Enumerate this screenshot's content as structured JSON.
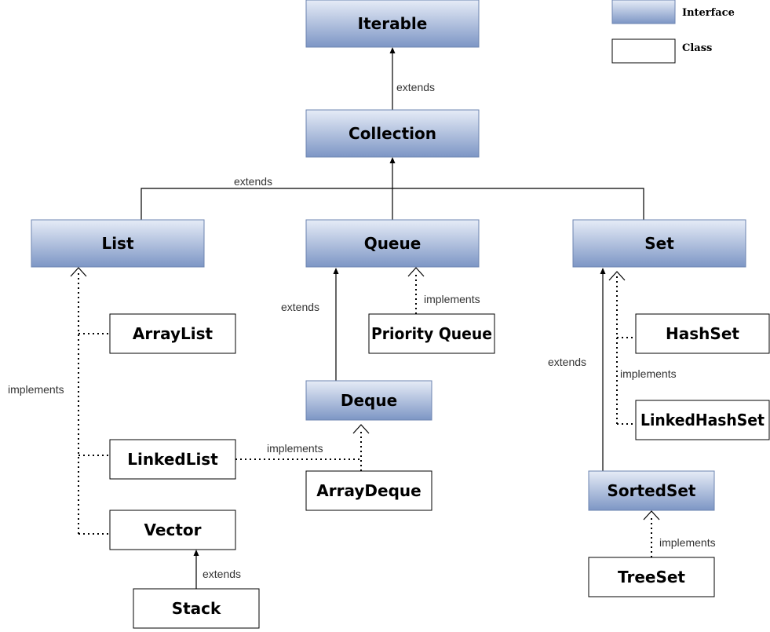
{
  "legend": {
    "interface_label": "Interface",
    "class_label": "Class"
  },
  "colors": {
    "interface_top": "#e6ecf7",
    "interface_bottom": "#7d96c5",
    "class_fill": "#ffffff",
    "border": "#000000"
  },
  "nodes": {
    "iterable": "Iterable",
    "collection": "Collection",
    "list": "List",
    "queue": "Queue",
    "set": "Set",
    "arraylist": "ArrayList",
    "priority_queue": "Priority Queue",
    "hashset": "HashSet",
    "deque": "Deque",
    "linkedhashset": "LinkedHashSet",
    "linkedlist": "LinkedList",
    "arraydeque": "ArrayDeque",
    "sortedset": "SortedSet",
    "vector": "Vector",
    "treeset": "TreeSet",
    "stack": "Stack"
  },
  "edge_labels": {
    "collection_iterable": "extends",
    "children_collection": "extends",
    "deque_queue": "extends",
    "priorityqueue_queue": "implements",
    "list_classes": "implements",
    "linkedlist_deque": "implements",
    "set_hash": "implements",
    "sortedset_set": "extends",
    "treeset_sortedset": "implements",
    "stack_vector": "extends"
  }
}
